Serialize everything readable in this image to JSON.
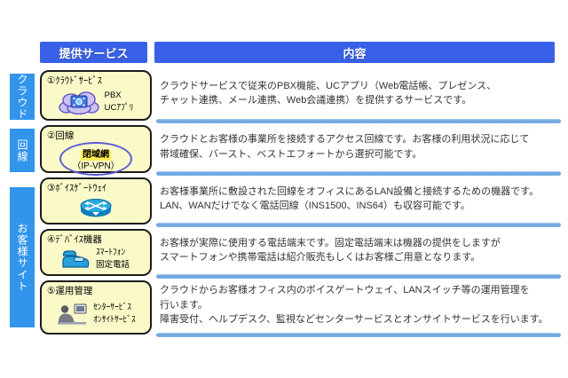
{
  "header": {
    "services": "提供サービス",
    "content": "内容"
  },
  "colors": {
    "header_blue": "#3861e8",
    "category_blue": "#3295ec",
    "box_fill": "#fafac8",
    "divider_blue": "#74a9e0",
    "ellipse_stroke": "#5b5bd6",
    "highlight_yellow": "#ffee55"
  },
  "categories": [
    {
      "label": "クラウド"
    },
    {
      "label": "回線"
    },
    {
      "label": "お客様サイト"
    }
  ],
  "rows": [
    {
      "service": {
        "title": "①ｸﾗｳﾄﾞｻｰﾋﾞｽ",
        "icon": "cloud-pbx-icon",
        "labels": [
          "PBX",
          "UCｱﾌﾟﾘ"
        ]
      },
      "description": "クラウドサービスで従来のPBX機能、UCアプリ（Web電話帳、プレゼンス、\nチャット連携、メール連携、Web会議連携）を提供するサービスです。"
    },
    {
      "service": {
        "title": "②回線",
        "icon": "closed-network-ellipse",
        "ellipse": {
          "line1": "閉域網",
          "line2": "（IP-VPN）"
        }
      },
      "description": "クラウドとお客様の事業所を接続するアクセス回線です。お客様の利用状況に応じて\n帯域確保、バースト、ベストエフォートから選択可能です。"
    },
    {
      "service": {
        "title": "③ﾎﾞｲｽｹﾞｰﾄｳｪｲ",
        "icon": "voice-gateway-router-icon",
        "labels": []
      },
      "description": "お客様事業所に敷設された回線をオフィスにあるLAN設備と接続するための機器です。\nLAN、WANだけでなく電話回線（INS1500、INS64）も収容可能です。"
    },
    {
      "service": {
        "title": "④ﾃﾞﾊﾞｲｽ機器",
        "icon": "desk-phone-icon",
        "labels": [
          "ｽﾏｰﾄﾌｫﾝ",
          "固定電話"
        ]
      },
      "description": "お客様が実際に使用する電話端末です。固定電話端末は機器の提供をしますが\nスマートフォンや携帯電話は紹介販売もしくはお客様ご用意となります。"
    },
    {
      "service": {
        "title": "⑤運用管理",
        "icon": "operator-icon",
        "labels": [
          "ｾﾝﾀｰｻｰﾋﾞｽ",
          "ｵﾝｻｲﾄｻｰﾋﾞｽ"
        ]
      },
      "description": "クラウドからお客様オフィス内のボイスゲートウェイ、LANスイッチ等の運用管理を\n行います。\n障害受付、ヘルプデスク、監視などセンターサービスとオンサイトサービスを行います。"
    }
  ]
}
